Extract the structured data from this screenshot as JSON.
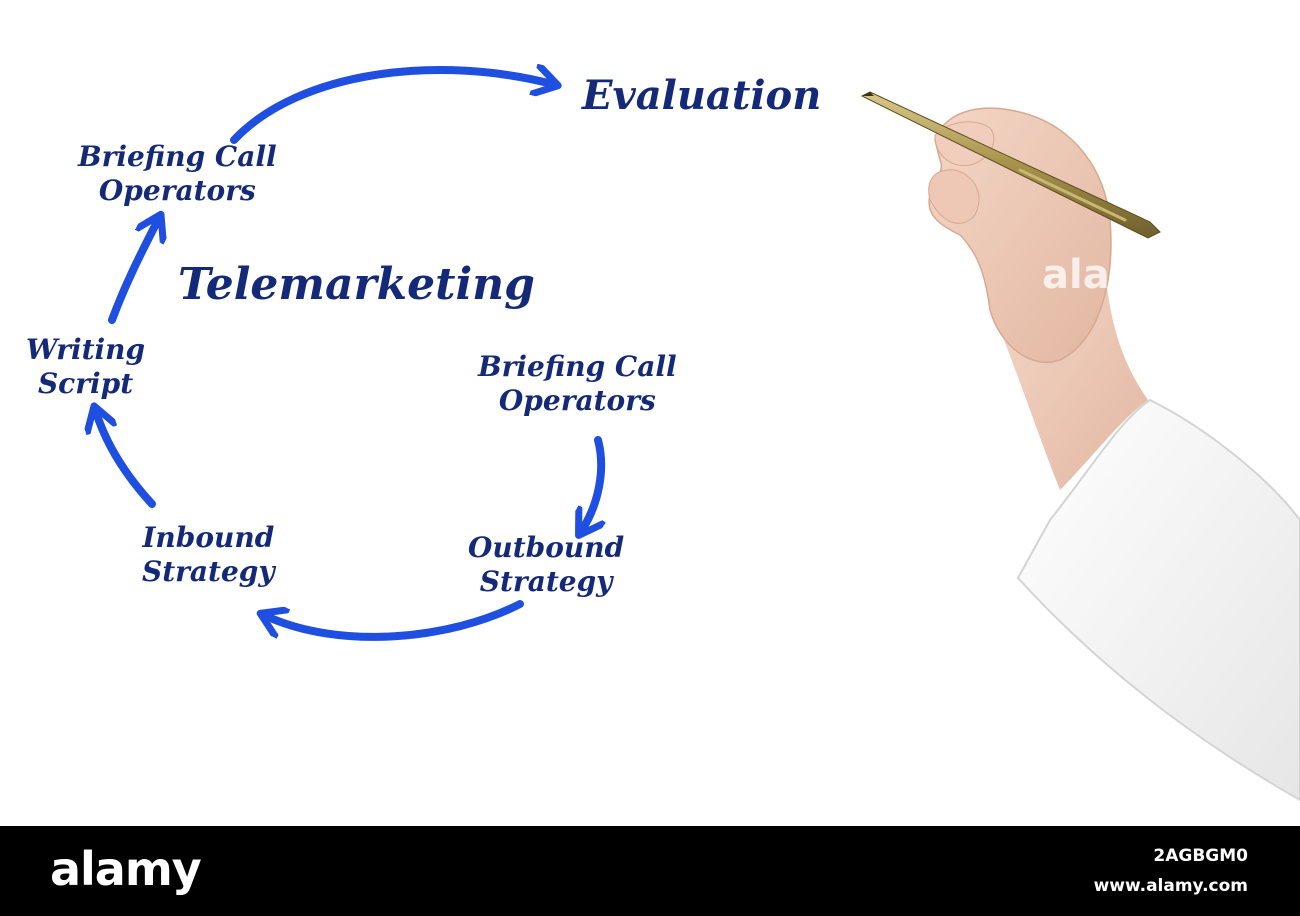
{
  "diagram": {
    "title": "Telemarketing",
    "evaluation": "Evaluation",
    "nodes": {
      "briefing_top": {
        "line1": "Briefing Call",
        "line2": "Operators"
      },
      "writing_script": {
        "line1": "Writing",
        "line2": "Script"
      },
      "inbound_strategy": {
        "line1": "Inbound",
        "line2": "Strategy"
      },
      "outbound_strategy": {
        "line1": "Outbound",
        "line2": "Strategy"
      },
      "briefing_right": {
        "line1": "Briefing Call",
        "line2": "Operators"
      }
    },
    "colors": {
      "text": "#142a78",
      "arrow": "#1f4fe0",
      "background": "#ffffff"
    }
  },
  "footer": {
    "logo": "alamy",
    "image_id": "2AGBGM0",
    "site": "www.alamy.com",
    "background": "#000000"
  },
  "watermark": {
    "hand": "alam"
  }
}
